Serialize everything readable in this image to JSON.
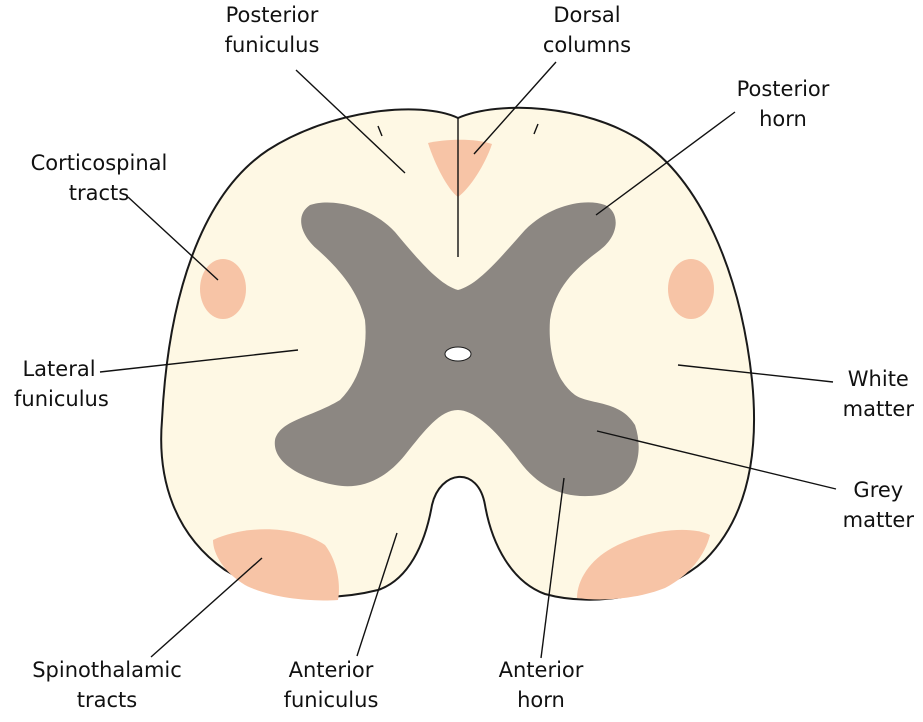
{
  "labels": {
    "posterior_funiculus": {
      "line1": "Posterior",
      "line2": "funiculus"
    },
    "dorsal_columns": {
      "line1": "Dorsal",
      "line2": "columns"
    },
    "posterior_horn": {
      "line1": "Posterior",
      "line2": "horn"
    },
    "corticospinal_tracts": {
      "line1": "Corticospinal",
      "line2": "tracts"
    },
    "lateral_funiculus": {
      "line1": "Lateral",
      "line2": "funiculus"
    },
    "white_matter": {
      "line1": "White",
      "line2": "matter"
    },
    "grey_matter": {
      "line1": "Grey",
      "line2": "matter"
    },
    "spinothalamic_tracts": {
      "line1": "Spinothalamic",
      "line2": "tracts"
    },
    "anterior_funiculus": {
      "line1": "Anterior",
      "line2": "funiculus"
    },
    "anterior_horn": {
      "line1": "Anterior",
      "line2": "horn"
    }
  },
  "colors": {
    "white_matter": "#fef8e4",
    "grey_matter": "#8c8782",
    "tract": "#f7c4a6",
    "outline": "#1a1a1a",
    "canal": "#ffffff"
  }
}
